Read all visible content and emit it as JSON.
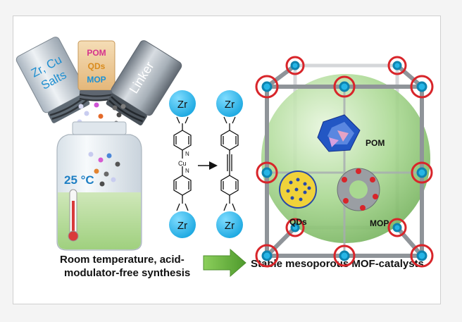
{
  "bottles": {
    "salts_line1": "Zr, Cu",
    "salts_line2": "Salts",
    "guest_pom": "POM",
    "guest_qds": "QDs",
    "guest_mop": "MOP",
    "linker": "Linker"
  },
  "jar": {
    "temperature": "25 °C"
  },
  "captions": {
    "left_line1": "Room temperature, acid-",
    "left_line2": "modulator-free synthesis",
    "right": "Stable mesoporous MOF-catalysts"
  },
  "linkers": {
    "node_label": "Zr",
    "copper_label": "Cu",
    "nitrogen_label": "N"
  },
  "mof": {
    "label_pom": "POM",
    "label_qds": "QDs",
    "label_mop": "MOP"
  },
  "colors": {
    "zr_node": "#28b4e6",
    "sphere": "#9ccf86",
    "arrow_green": "#62ad3e",
    "guest_pom": "#d6338d",
    "guest_qds": "#d98b1d",
    "guest_mop": "#1b91d6"
  }
}
